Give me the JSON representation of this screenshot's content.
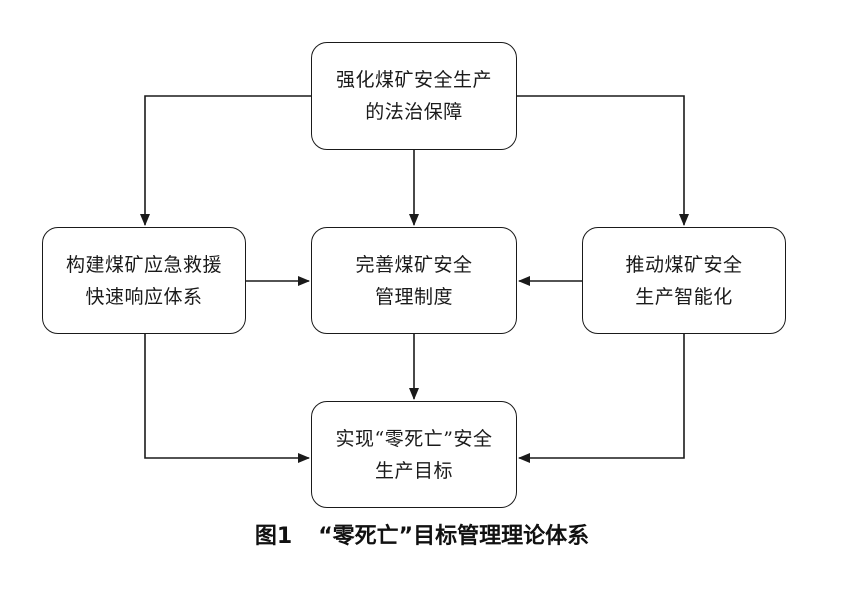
{
  "nodes": {
    "top": {
      "line1": "强化煤矿安全生产",
      "line2": "的法治保障"
    },
    "left": {
      "line1": "构建煤矿应急救援",
      "line2": "快速响应体系"
    },
    "center": {
      "line1": "完善煤矿安全",
      "line2": "管理制度"
    },
    "right": {
      "line1": "推动煤矿安全",
      "line2": "生产智能化"
    },
    "bottom": {
      "line1": "实现“零死亡”安全",
      "line2": "生产目标"
    }
  },
  "caption": {
    "number": "图1",
    "title": "“零死亡”目标管理理论体系"
  },
  "colors": {
    "line": "#1a1a1a",
    "background": "#ffffff"
  }
}
